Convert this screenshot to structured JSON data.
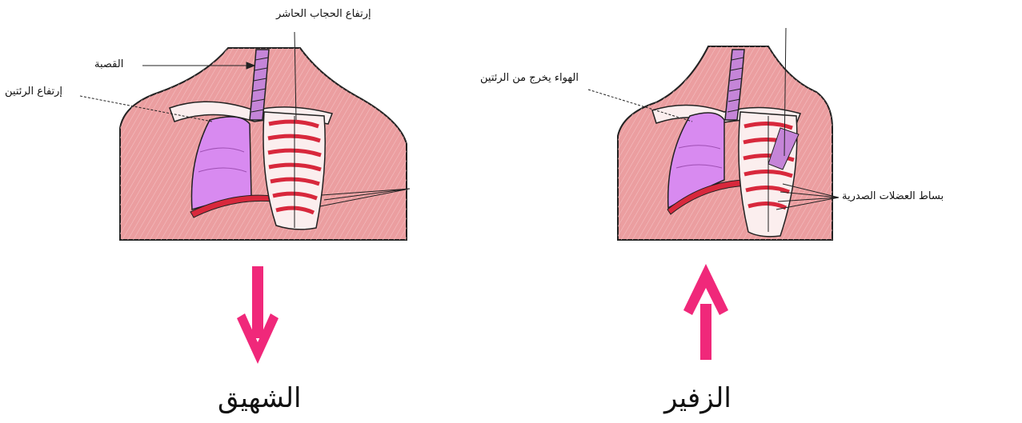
{
  "inhale": {
    "title": "الشهيق",
    "labels": {
      "diaphragm": "إرتفاع الحجاب الحاشر",
      "trachea": "القصبة",
      "lungs": "إرتفاع الرئتين"
    }
  },
  "exhale": {
    "title": "الزفير",
    "labels": {
      "air_out": "الهواء يخرج من الرئتين",
      "muscles": "بساط العضلات الصدرية"
    }
  },
  "colors": {
    "skin": "#eb9ea0",
    "lung": "#d88af0",
    "rib_red": "#d8283c",
    "arrow": "#f0287a"
  }
}
